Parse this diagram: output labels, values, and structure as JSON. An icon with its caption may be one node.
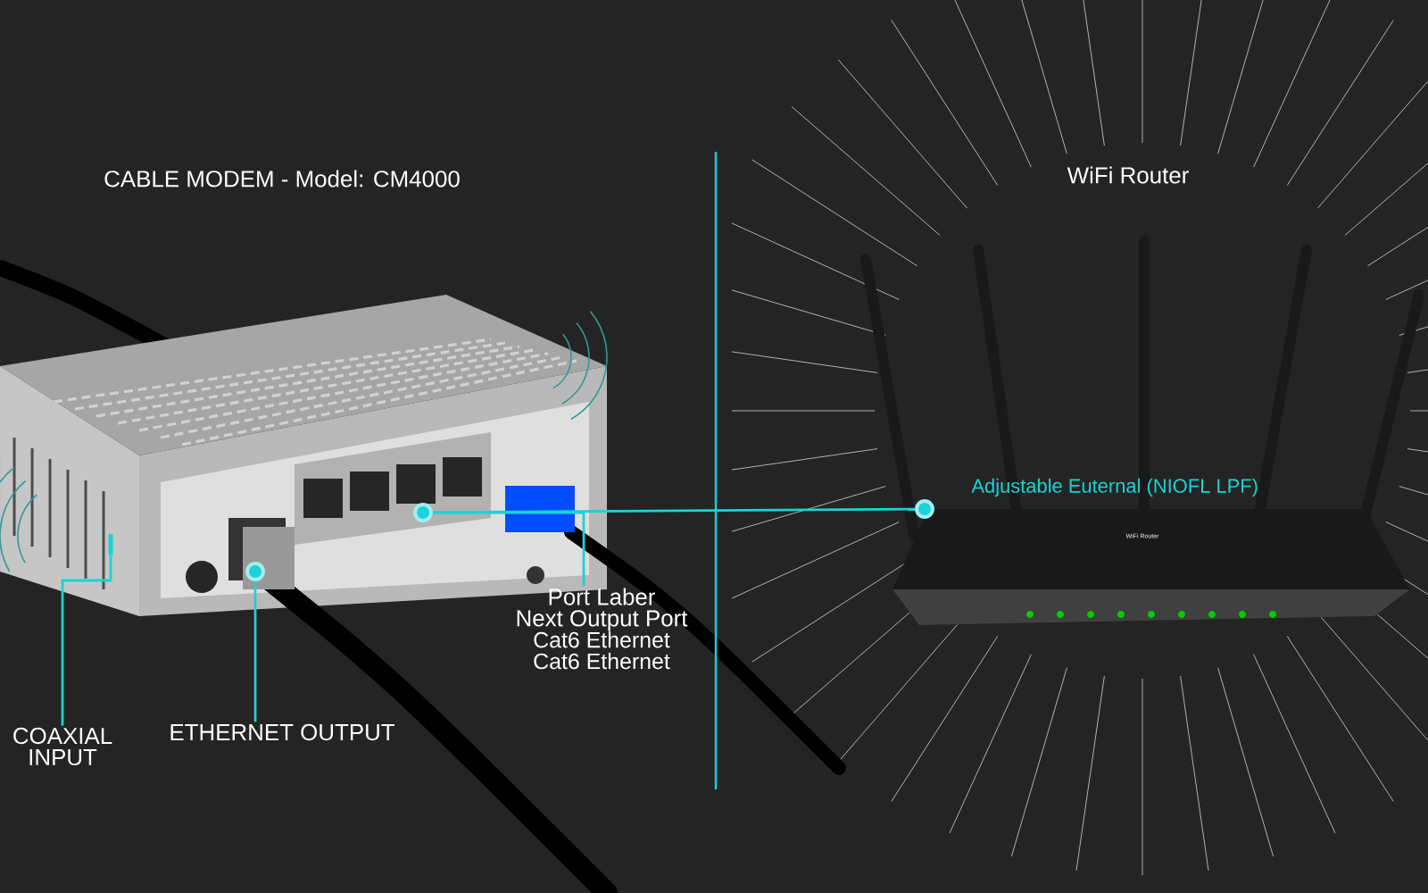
{
  "diagram": {
    "nodes": [
      {
        "text": [
          "COAXIAL INPUT"
        ]
      },
      {
        "text": [],
        "shape": "bar"
      },
      {
        "text": [
          "ETHERNET OUTPUT"
        ]
      },
      {
        "text": [],
        "shape": "circle"
      },
      {
        "text": [
          "Port Laber",
          "Next Output Port",
          "Cat6 Ethernet",
          "Cat6 Ethernet"
        ]
      },
      {
        "text": [],
        "shape": "circle"
      },
      {
        "text": [],
        "shape": "circle",
        "beside": [
          "Adjustable Euternal (NIOFL LPF)"
        ]
      }
    ],
    "edges": [
      {
        "from": 0,
        "to": 1,
        "arrow": "none"
      },
      {
        "from": 2,
        "to": 3,
        "arrow": "none"
      },
      {
        "from": 4,
        "to": 5,
        "arrow": "none"
      },
      {
        "from": 5,
        "to": 6,
        "arrow": "none"
      }
    ],
    "labels": [
      "CABLE MODEM - Model: CM4000",
      "WiFi Router",
      "WiFi Router"
    ]
  }
}
